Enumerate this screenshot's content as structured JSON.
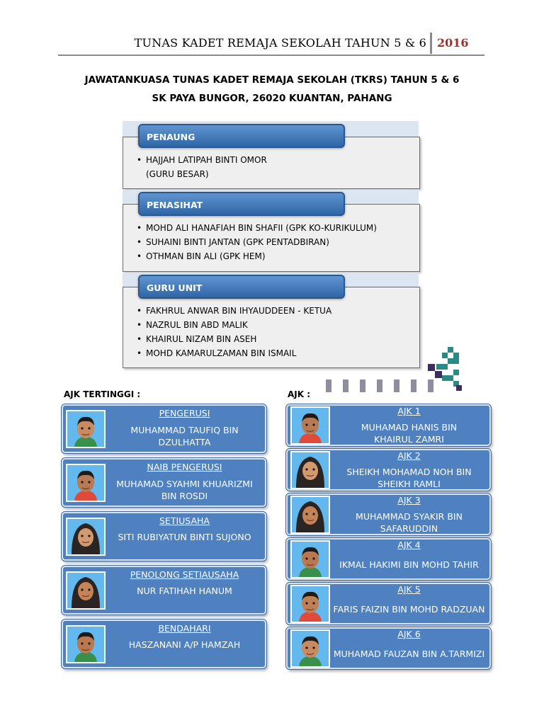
{
  "header": {
    "title": "TUNAS KADET REMAJA SEKOLAH TAHUN 5 & 6",
    "year": "2016"
  },
  "doc": {
    "title_line1": "JAWATANKUASA TUNAS KADET REMAJA SEKOLAH (TKRS) TAHUN 5 & 6",
    "title_line2": "SK PAYA BUNGOR, 26020 KUANTAN, PAHANG"
  },
  "panels": {
    "penaung": {
      "label": "PENAUNG",
      "lines": [
        "HAJJAH LATIPAH BINTI OMOR",
        "(GURU BESAR)"
      ]
    },
    "penasihat": {
      "label": "PENASIHAT",
      "lines": [
        "MOHD ALI HANAFIAH BIN SHAFII (GPK KO-KURIKULUM)",
        "SUHAINI BINTI JANTAN (GPK PENTADBIRAN)",
        "OTHMAN BIN ALI (GPK HEM)"
      ]
    },
    "guru_unit": {
      "label": "GURU UNIT",
      "lines": [
        "FAKHRUL ANWAR BIN IHYAUDDEEN - KETUA",
        "NAZRUL BIN ABD MALIK",
        "KHAIRUL NIZAM BIN ASEH",
        "MOHD KAMARULZAMAN BIN ISMAIL"
      ]
    }
  },
  "ajk_tertinggi": {
    "label": "AJK TERTINGGI :",
    "members": [
      {
        "role": "PENGERUSI",
        "name_line1": "MUHAMMAD TAUFIQ BIN",
        "name_line2": "DZULHATTA"
      },
      {
        "role": "NAIB PENGERUSI",
        "name_line1": "MUHAMAD SYAHMI KHUARIZMI",
        "name_line2": "BIN ROSDI"
      },
      {
        "role": "SETIUSAHA",
        "name_line1": "SITI RUBIYATUN BINTI SUJONO",
        "name_line2": ""
      },
      {
        "role": "PENOLONG SETIAUSAHA",
        "name_line1": "NUR FATIHAH HANUM",
        "name_line2": ""
      },
      {
        "role": "BENDAHARI",
        "name_line1": "HASZANANI A/P HAMZAH",
        "name_line2": ""
      }
    ]
  },
  "ajk": {
    "label": "AJK :",
    "members": [
      {
        "role": "AJK 1",
        "name_line1": "MUHAMAD HANIS BIN",
        "name_line2": "KHAIRUL ZAMRI"
      },
      {
        "role": "AJK 2",
        "name_line1": "SHEIKH MOHAMAD NOH BIN",
        "name_line2": "SHEIKH RAMLI"
      },
      {
        "role": "AJK 3",
        "name_line1": "MUHAMMAD SYAKIR BIN",
        "name_line2": "SAFARUDDIN"
      },
      {
        "role": "AJK 4",
        "name_line1": "IKMAL HAKIMI BIN MOHD TAHIR",
        "name_line2": ""
      },
      {
        "role": "AJK 5",
        "name_line1": "FARIS FAIZIN BIN MOHD RADZUAN",
        "name_line2": ""
      },
      {
        "role": "AJK 6",
        "name_line1": "MUHAMAD FAUZAN BIN A.TARMIZI",
        "name_line2": ""
      }
    ]
  },
  "colors": {
    "card_blue": "#4f81c0",
    "tab_blue": "#2f66a6",
    "year_red": "#a0322a",
    "deco_teal": "#2a8a86",
    "deco_purple": "#3c2e5e"
  }
}
